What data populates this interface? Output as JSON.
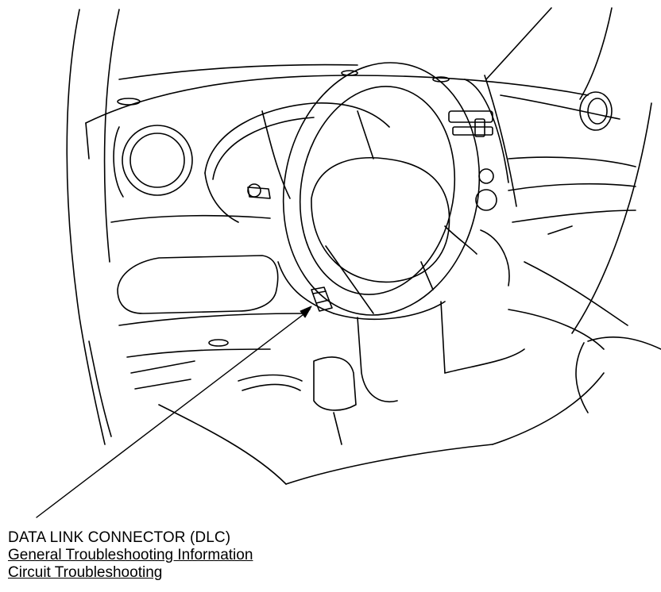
{
  "callout": {
    "title": "DATA LINK CONNECTOR (DLC)",
    "links": [
      "General Troubleshooting Information",
      "Circuit Troubleshooting"
    ]
  },
  "colors": {
    "line": "#000000",
    "background": "#ffffff"
  }
}
